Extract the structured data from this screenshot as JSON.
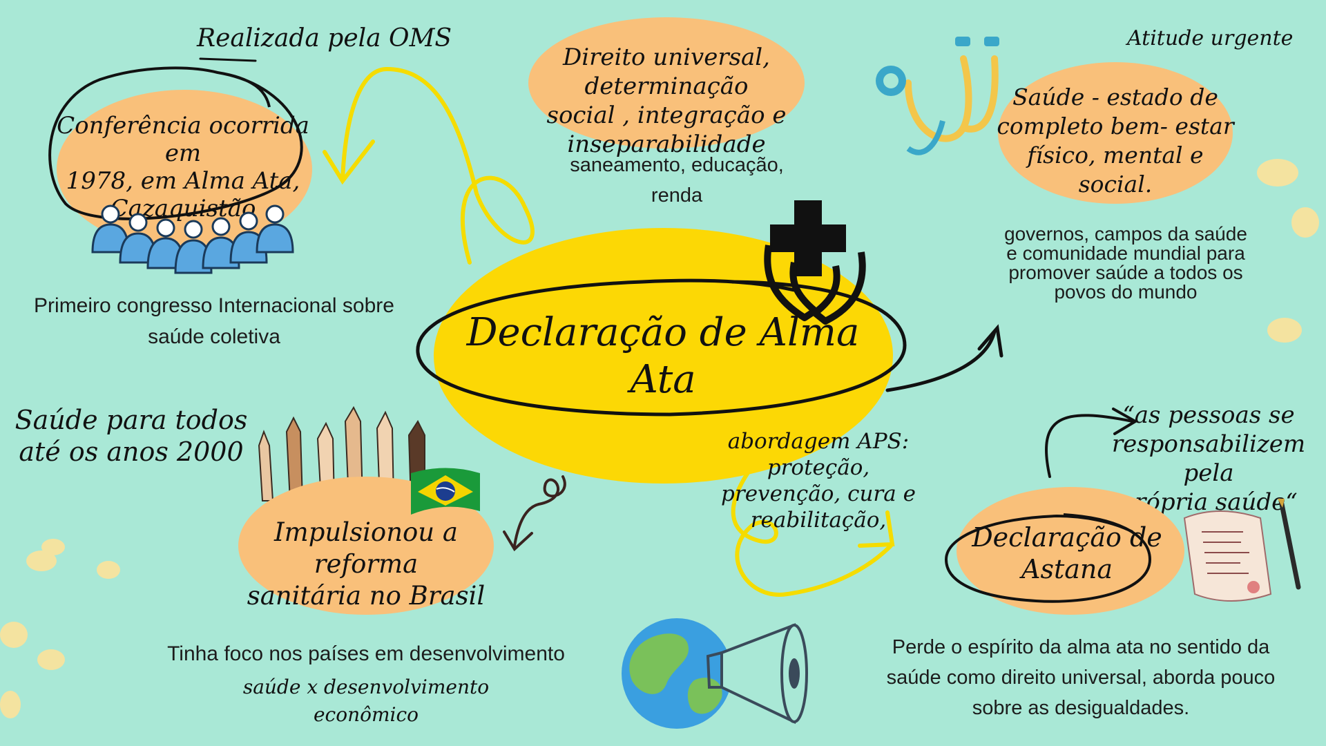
{
  "center": {
    "title_line1": "Declaração de Alma",
    "title_line2": "Ata"
  },
  "conference": {
    "header": "Realizada pela OMS",
    "text_line1": "Conferência ocorrida em",
    "text_line2": "1978, em Alma Ata,",
    "text_line3": "Cazaquistão",
    "caption_line1": "Primeiro congresso Internacional sobre",
    "caption_line2": "saúde coletiva"
  },
  "rights": {
    "line1": "Direito universal, determinação",
    "line2": "social , integração e",
    "line3": "inseparabilidade",
    "caption_line1": "saneamento, educação,",
    "caption_line2": "renda"
  },
  "health": {
    "header": "Atitude urgente",
    "line1": "Saúde - estado de",
    "line2": "completo bem- estar",
    "line3": "físico, mental e social.",
    "caption_line1": "governos, campos da saúde",
    "caption_line2": "e comunidade mundial para",
    "caption_line3": "promover saúde a todos os",
    "caption_line4": "povos do mundo"
  },
  "goal": {
    "line1": "Saúde para todos",
    "line2": "até os anos 2000"
  },
  "reform": {
    "line1": "Impulsionou a reforma",
    "line2": "sanitária no Brasil",
    "caption": "Tinha foco nos países em desenvolvimento",
    "sub_line1": "saúde x desenvolvimento",
    "sub_line2": "econômico"
  },
  "aps": {
    "line1": "abordagem APS: proteção,",
    "line2": "prevenção, cura e",
    "line3": "reabilitação,"
  },
  "astana": {
    "quote_line1": "“as pessoas se",
    "quote_line2": "responsabilizem pela",
    "quote_line3": "própria saúde“",
    "line1": "Declaração de",
    "line2": "Astana",
    "caption_line1": "Perde o espírito da alma ata no sentido da",
    "caption_line2": "saúde como direito universal, aborda pouco",
    "caption_line3": "sobre as desigualdades."
  },
  "icons": [
    "stethoscope-icon",
    "people-group-icon",
    "medical-cross-hands-icon",
    "raised-hands-icon",
    "brazil-flag-icon",
    "globe-megaphone-icon",
    "document-quill-icon"
  ],
  "colors": {
    "background": "#a9e8d6",
    "blob": "#f9c07a",
    "center": "#fcd805",
    "yellow_line": "#f5dc00",
    "dark": "#111111"
  }
}
